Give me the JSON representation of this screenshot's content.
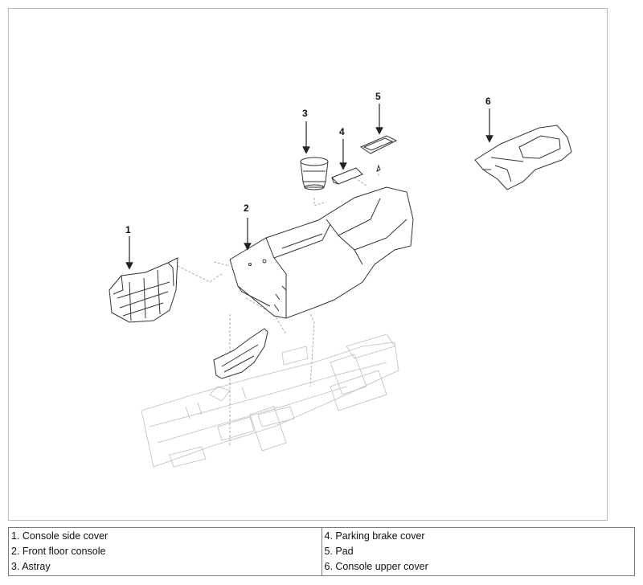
{
  "diagram": {
    "callouts": [
      "1",
      "2",
      "3",
      "4",
      "5",
      "6"
    ]
  },
  "legend": {
    "left": [
      "1. Console side cover",
      "2. Front floor console",
      "3. Astray"
    ],
    "right": [
      "4. Parking brake cover",
      "5. Pad",
      "6. Console upper cover"
    ]
  },
  "colors": {
    "line": "#333333",
    "faint": "#c8c8c8",
    "frame": "#b9b9b9"
  }
}
